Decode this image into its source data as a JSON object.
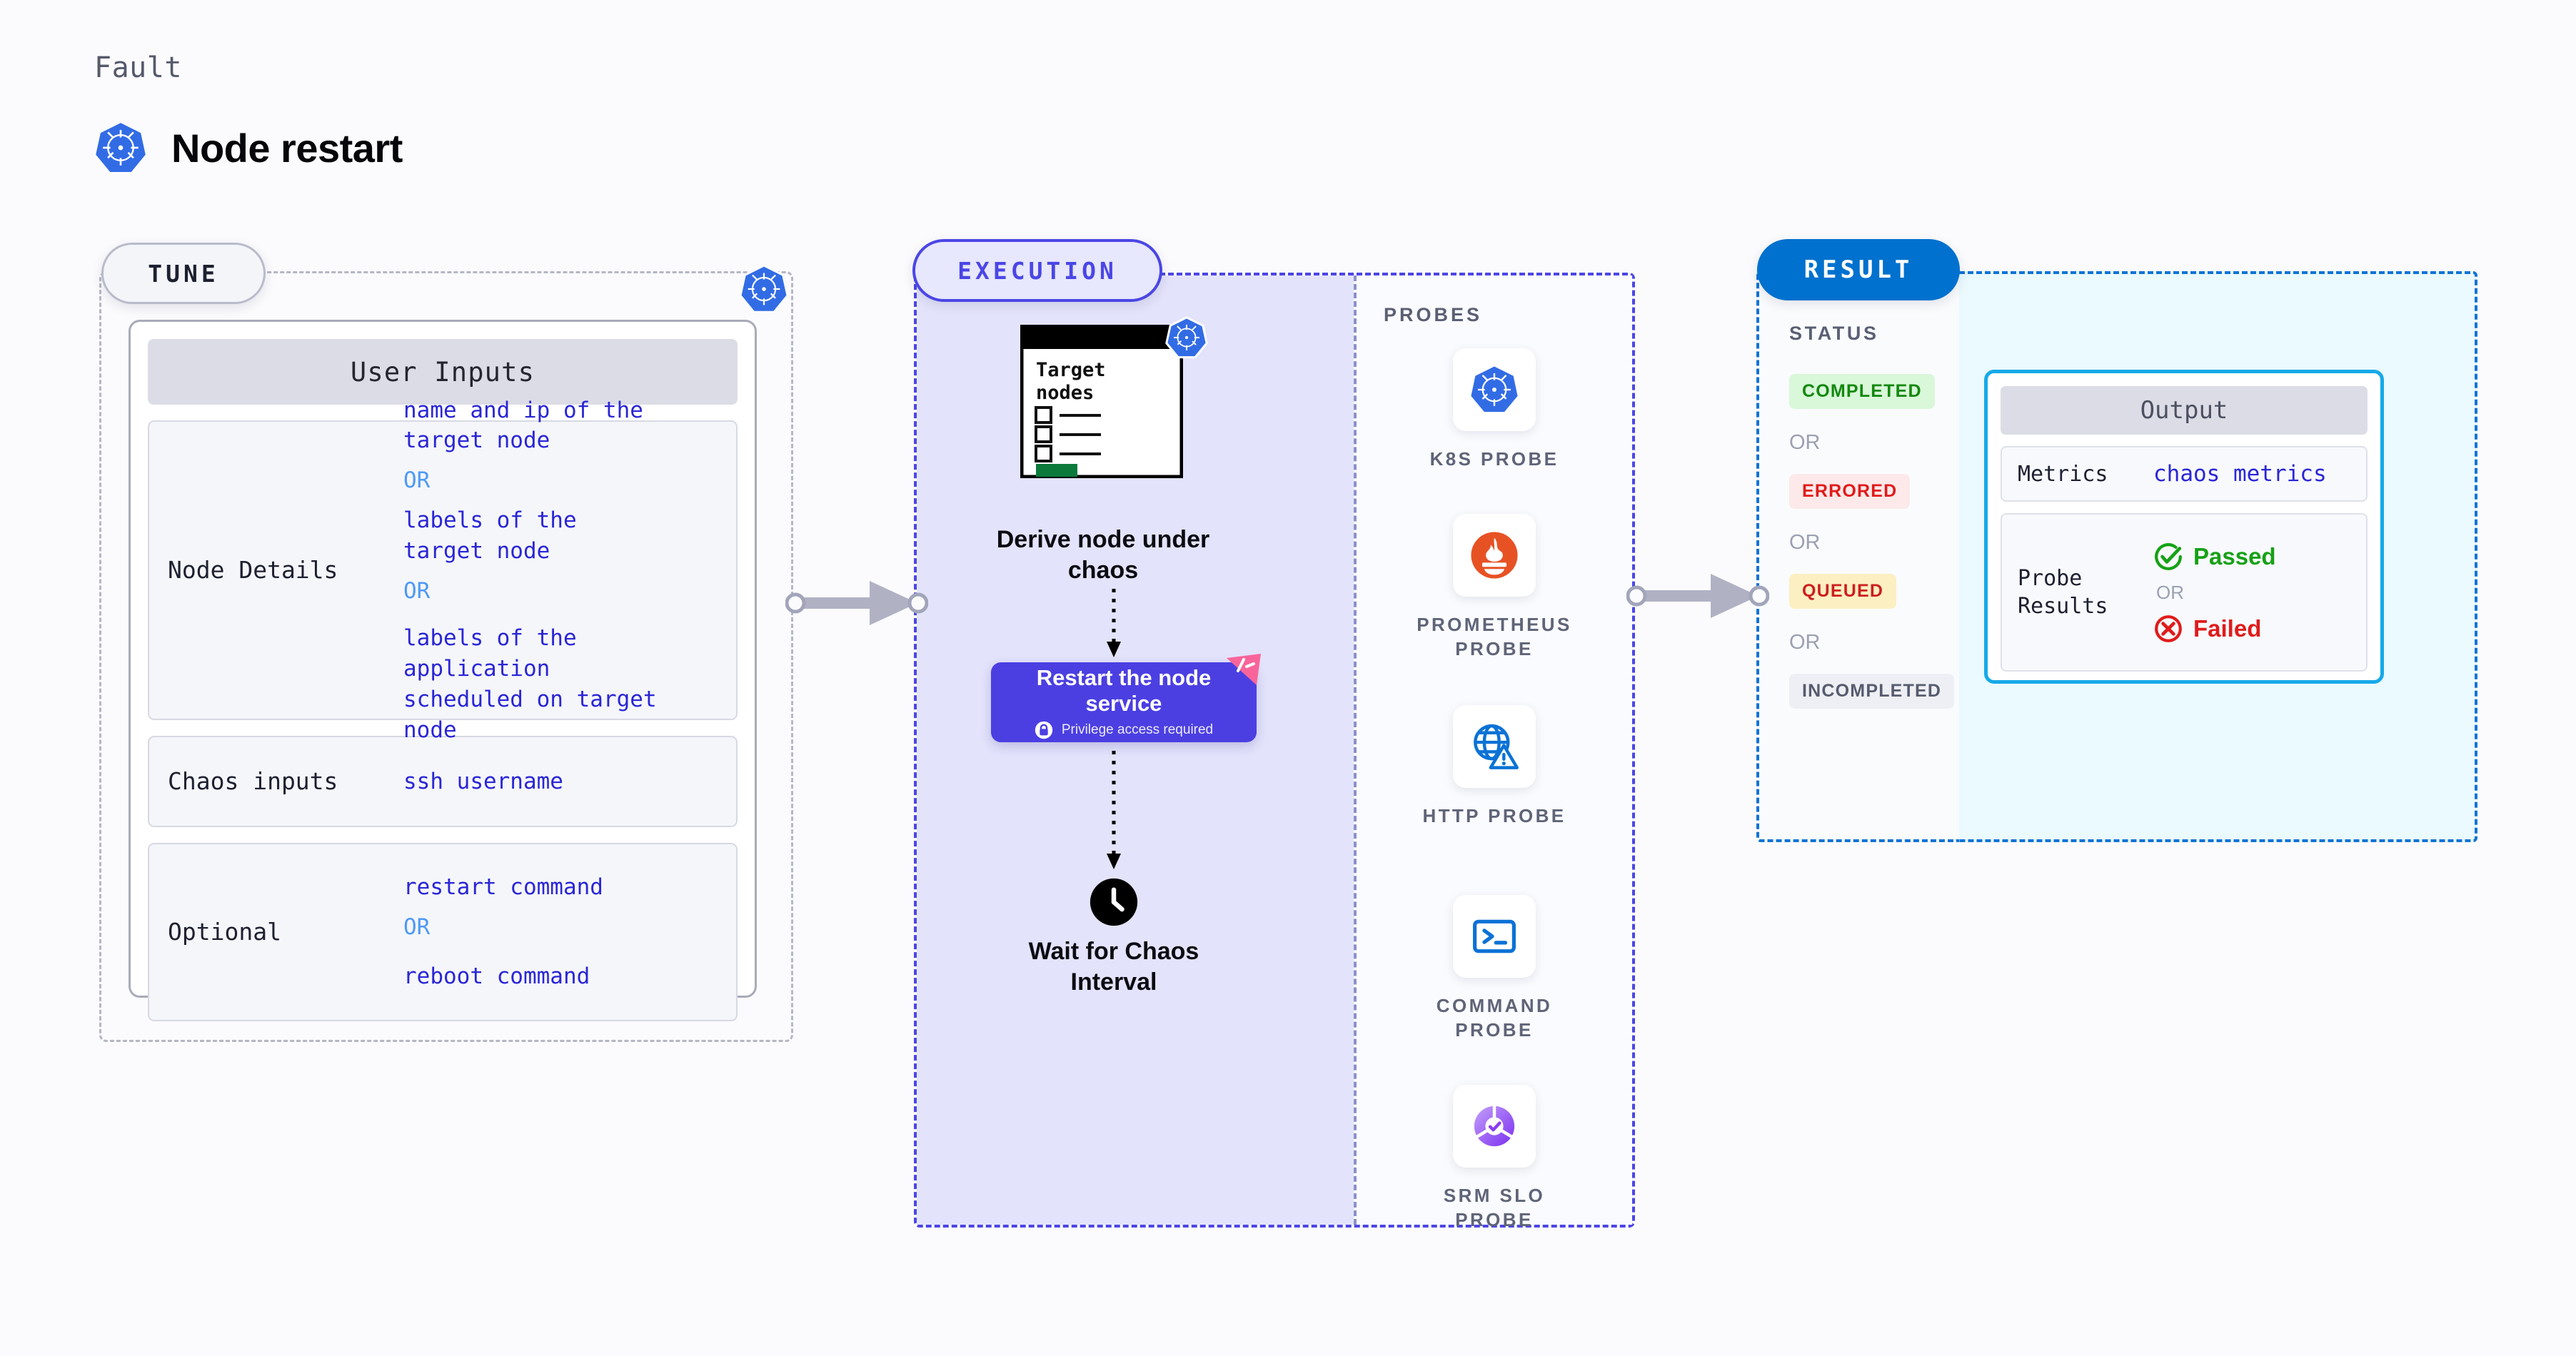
{
  "header": {
    "fault_label": "Fault",
    "fault_title": "Node restart",
    "icon": "kubernetes-icon"
  },
  "stages": {
    "tune": {
      "pill_label": "TUNE",
      "badge_icon": "kubernetes-icon"
    },
    "execution": {
      "pill_label": "EXECUTION"
    },
    "result": {
      "pill_label": "RESULT"
    }
  },
  "tune": {
    "card_title": "User Inputs",
    "rows": [
      {
        "key": "Node Details",
        "values": [
          "name and ip of the\ntarget node",
          "OR",
          "labels of the\ntarget node",
          "OR",
          "labels of the application\n scheduled on target node"
        ]
      },
      {
        "key": "Chaos inputs",
        "values": [
          "ssh username"
        ]
      },
      {
        "key": "Optional",
        "values": [
          "restart command",
          "OR",
          "reboot command"
        ]
      }
    ],
    "or_label": "OR"
  },
  "execution": {
    "doc": {
      "title": "Target nodes",
      "checkbox_rows": 3,
      "button_color": "#0b7a3b",
      "badge_icon": "kubernetes-icon"
    },
    "steps": [
      {
        "id": "derive",
        "caption": "Derive node under\nchaos"
      },
      {
        "id": "restart",
        "title": "Restart the node\nservice",
        "subtitle": "Privilege access required",
        "lock_icon": "lock-icon",
        "ribbon_icon": "ribbon-flag-icon",
        "color": "#4b3fe2"
      },
      {
        "id": "wait",
        "caption": "Wait for Chaos\nInterval",
        "icon": "clock-icon"
      }
    ],
    "probes": {
      "title": "PROBES",
      "items": [
        {
          "label": "K8S PROBE",
          "icon": "kubernetes-probe-icon"
        },
        {
          "label": "PROMETHEUS\nPROBE",
          "icon": "prometheus-probe-icon"
        },
        {
          "label": "HTTP PROBE",
          "icon": "http-probe-icon"
        },
        {
          "label": "COMMAND\nPROBE",
          "icon": "command-probe-icon"
        },
        {
          "label": "SRM SLO\nPROBE",
          "icon": "srm-slo-probe-icon"
        }
      ]
    }
  },
  "result": {
    "status_title": "STATUS",
    "or_label": "OR",
    "statuses": [
      {
        "label": "COMPLETED",
        "bg": "#d9f7d9",
        "fg": "#13880f"
      },
      {
        "label": "ERRORED",
        "bg": "#fde9e9",
        "fg": "#e01b1b"
      },
      {
        "label": "QUEUED",
        "bg": "#fcefc2",
        "fg": "#cc1f1f"
      },
      {
        "label": "INCOMPLETED",
        "bg": "#eeeff4",
        "fg": "#565b6e"
      }
    ],
    "output": {
      "title": "Output",
      "metrics_key": "Metrics",
      "metrics_value": "chaos metrics",
      "probe_key": "Probe\nResults",
      "passed_label": "Passed",
      "failed_label": "Failed",
      "or_label": "OR",
      "passed_icon": "check-circle-icon",
      "failed_icon": "x-circle-icon",
      "border_color": "#16a9e8"
    }
  },
  "connectors": {
    "arrow1": "arrow-tune-to-execution",
    "arrow2": "arrow-execution-to-result"
  }
}
